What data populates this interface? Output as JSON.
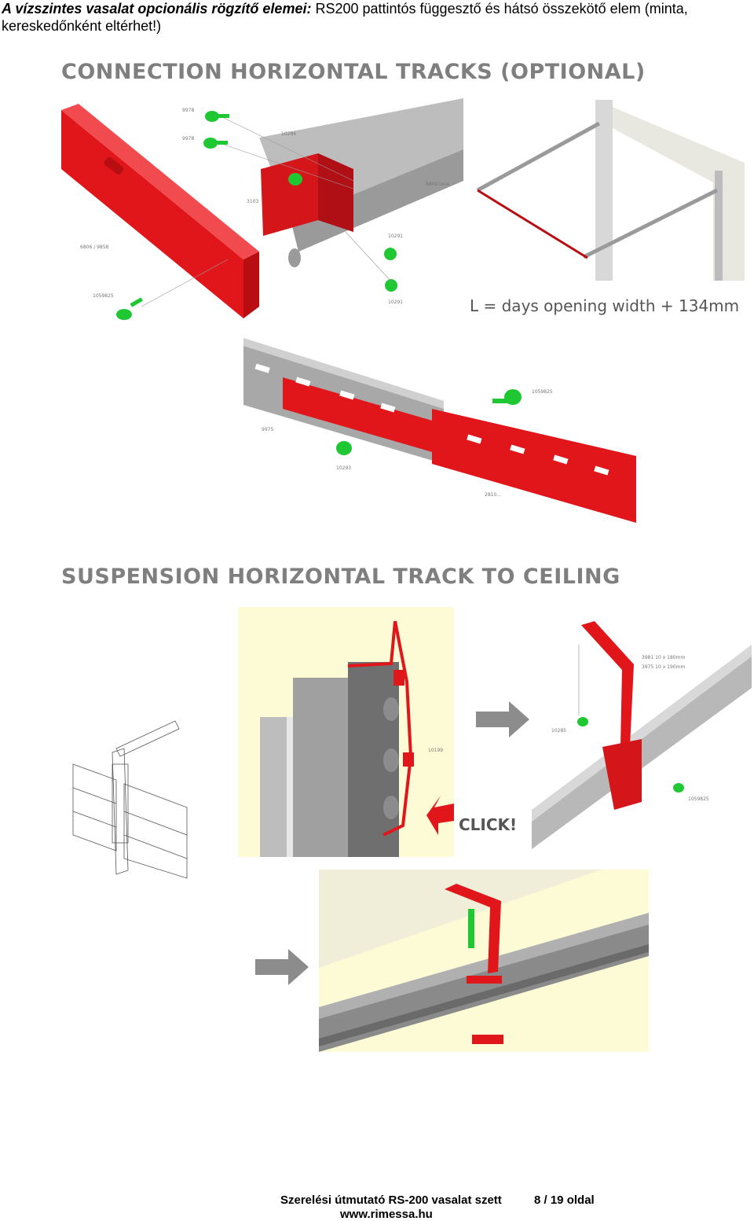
{
  "header": {
    "bold_part": "A vízszintes vasalat opcionális rögzítő elemei:",
    "rest_part": " RS200 pattintós függesztő és hátsó összekötő elem (minta, kereskedőnként eltérhet!)"
  },
  "section1": {
    "title": "CONNECTION HORIZONTAL TRACKS (OPTIONAL)",
    "formula": "L = days opening width + 134mm"
  },
  "section2": {
    "title": "SUSPENSION HORIZONTAL TRACK TO CEILING",
    "click_label": "CLICK!"
  },
  "footer": {
    "doc_title": "Szerelési útmutató RS-200 vasalat szett",
    "page": "8 / 19 oldal",
    "website": "www.rimessa.hu"
  },
  "colors": {
    "track_red": "#e0161b",
    "track_gray": "#a8a8a8",
    "screw_green": "#1fc832",
    "ceiling_yellow": "#fdfbd6",
    "arrow_gray": "#8c8c8c"
  }
}
